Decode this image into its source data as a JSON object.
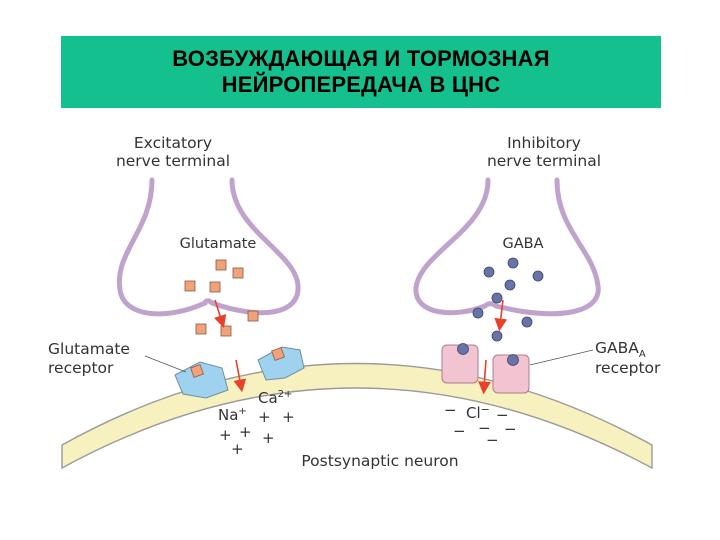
{
  "title": {
    "line1": "ВОЗБУЖДАЮЩАЯ И ТОРМОЗНАЯ",
    "line2": "НЕЙРОПЕРЕДАЧА В ЦНС"
  },
  "labels": {
    "excitatory_line1": "Excitatory",
    "excitatory_line2": "nerve terminal",
    "inhibitory_line1": "Inhibitory",
    "inhibitory_line2": "nerve terminal",
    "glutamate": "Glutamate",
    "gaba": "GABA",
    "glutamate_receptor_line1": "Glutamate",
    "glutamate_receptor_line2": "receptor",
    "gaba_receptor_line1": "GABA",
    "gaba_receptor_sub": "A",
    "gaba_receptor_line2": "receptor",
    "ca": "Ca",
    "ca_charge": "2+",
    "na": "Na",
    "na_charge": "+",
    "cl": "Cl",
    "cl_charge": "−",
    "postsynaptic": "Postsynaptic neuron"
  },
  "colors": {
    "title_band": "#14c08e",
    "membrane_fill": "#f7f0bf",
    "membrane_stroke": "#9a9a9a",
    "terminal_outline": "#c0a3cd",
    "glutamate_square": "#f0a27b",
    "gaba_dot": "#6a73a6",
    "glutamate_receptor": "#9fd2ee",
    "gaba_receptor": "#f2c4d2",
    "arrow": "#e8402a"
  }
}
